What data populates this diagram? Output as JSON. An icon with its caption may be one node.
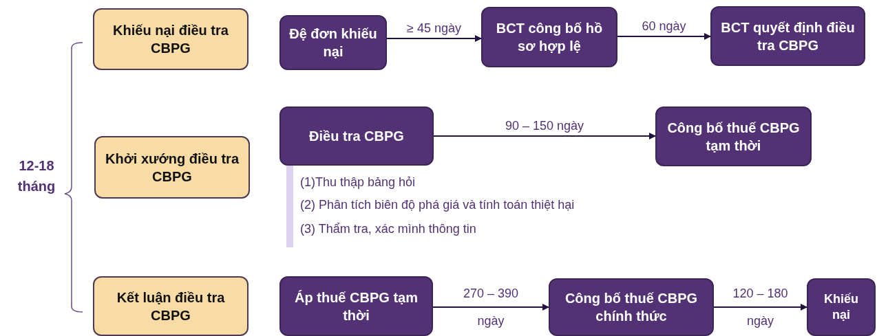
{
  "diagram": {
    "nodes": [
      {
        "text": [
          "Khiếu nại điều tra CBPG"
        ]
      },
      {
        "text": [
          "Đệ đơn khiếu nại"
        ]
      },
      {
        "text": [
          "BCT công bố hồ sơ hợp lệ"
        ]
      },
      {
        "text": [
          "BCT quyết định điều tra CBPG"
        ]
      },
      {
        "text": [
          "Khởi xướng điều tra CBPG"
        ]
      },
      {
        "text": [
          "Điều tra CBPG"
        ]
      },
      {
        "text": [
          "Công bố thuế CBPG tạm thời"
        ]
      },
      {
        "text": [
          "Kết luận điều tra CBPG"
        ]
      },
      {
        "text": [
          "Áp thuế CBPG tạm thời"
        ]
      },
      {
        "text": [
          "Công bố thuế CBPG chính thức"
        ]
      },
      {
        "text": [
          "Khiếu nại"
        ]
      }
    ],
    "edges": [
      {
        "from": 1,
        "to": 2,
        "arrow": "to",
        "label": "≥ 45 ngày"
      },
      {
        "from": 2,
        "to": 3,
        "arrow": "to",
        "label": "60 ngày"
      },
      {
        "from": 5,
        "to": 6,
        "arrow": "to",
        "label": "90 – 150 ngày"
      },
      {
        "from": 8,
        "to": 9,
        "arrow": "to",
        "label": "270 – 390 ngày"
      },
      {
        "from": 9,
        "to": 10,
        "arrow": "to",
        "label": "120 – 180 ngày"
      }
    ],
    "labels": [
      "12-18 tháng",
      "(1)Thu thập bảng hỏi",
      "(2) Phân tích biên độ phá giá và tính toán thiệt hại",
      "(3) Thẩm tra, xác mình thông tin"
    ]
  }
}
